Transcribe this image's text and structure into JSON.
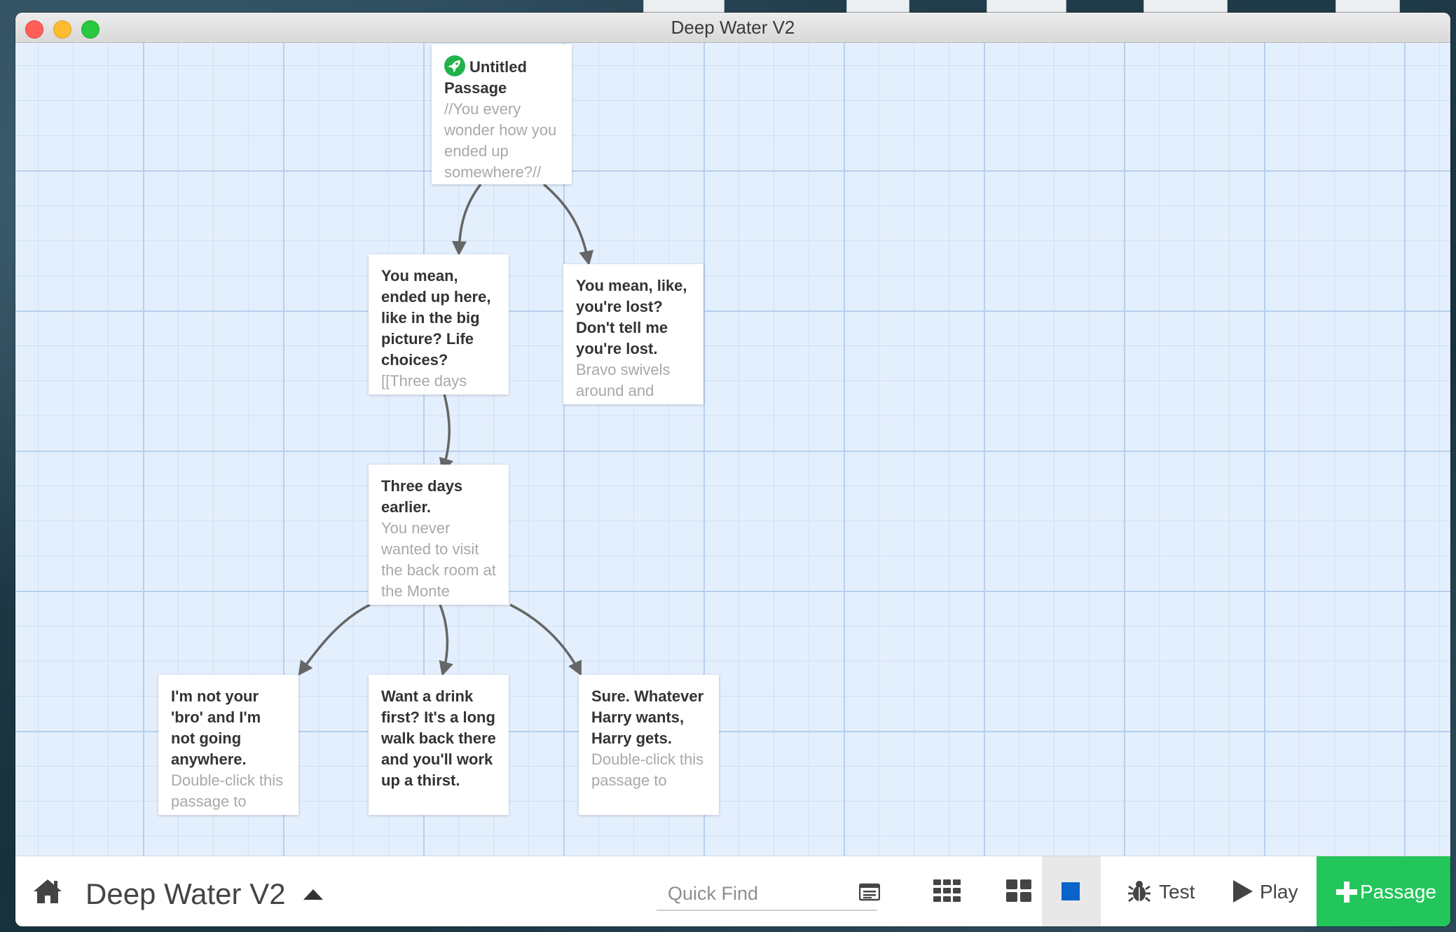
{
  "window": {
    "title": "Deep Water V2"
  },
  "passages": [
    {
      "id": "start",
      "title": "Untitled Passage",
      "excerpt": "//You every wonder how you ended up somewhere?//",
      "is_start": true
    },
    {
      "id": "p-you-mean-ended",
      "title": "You mean, ended up here, like in the big picture? Life choices?",
      "excerpt": "[[Three days"
    },
    {
      "id": "p-you-mean-lost",
      "title": "You mean, like, you're lost? Don't tell me you're lost.",
      "excerpt": "Bravo swivels around and"
    },
    {
      "id": "p-three-days",
      "title": "Three days earlier.",
      "excerpt": "You never wanted to visit the back room at the Monte"
    },
    {
      "id": "p-not-your-bro",
      "title": "I'm not your 'bro' and I'm not going anywhere.",
      "excerpt": "Double-click this passage to"
    },
    {
      "id": "p-drink-first",
      "title": "Want a drink first? It's a long walk back there and you'll work up a thirst.",
      "excerpt": ""
    },
    {
      "id": "p-sure-harry",
      "title": "Sure. Whatever Harry wants, Harry gets.",
      "excerpt": "Double-click this passage to"
    }
  ],
  "toolbar": {
    "home_icon": "home-icon",
    "story_title": "Deep Water V2",
    "quick_find_placeholder": "Quick Find",
    "test_label": "Test",
    "play_label": "Play",
    "new_passage_label": "Passage"
  },
  "colors": {
    "accent_green": "#23c65a",
    "start_badge": "#22b24c",
    "active_zoom": "#0a63c9",
    "grid_background": "#e4effd",
    "link_arrow": "#666666"
  }
}
